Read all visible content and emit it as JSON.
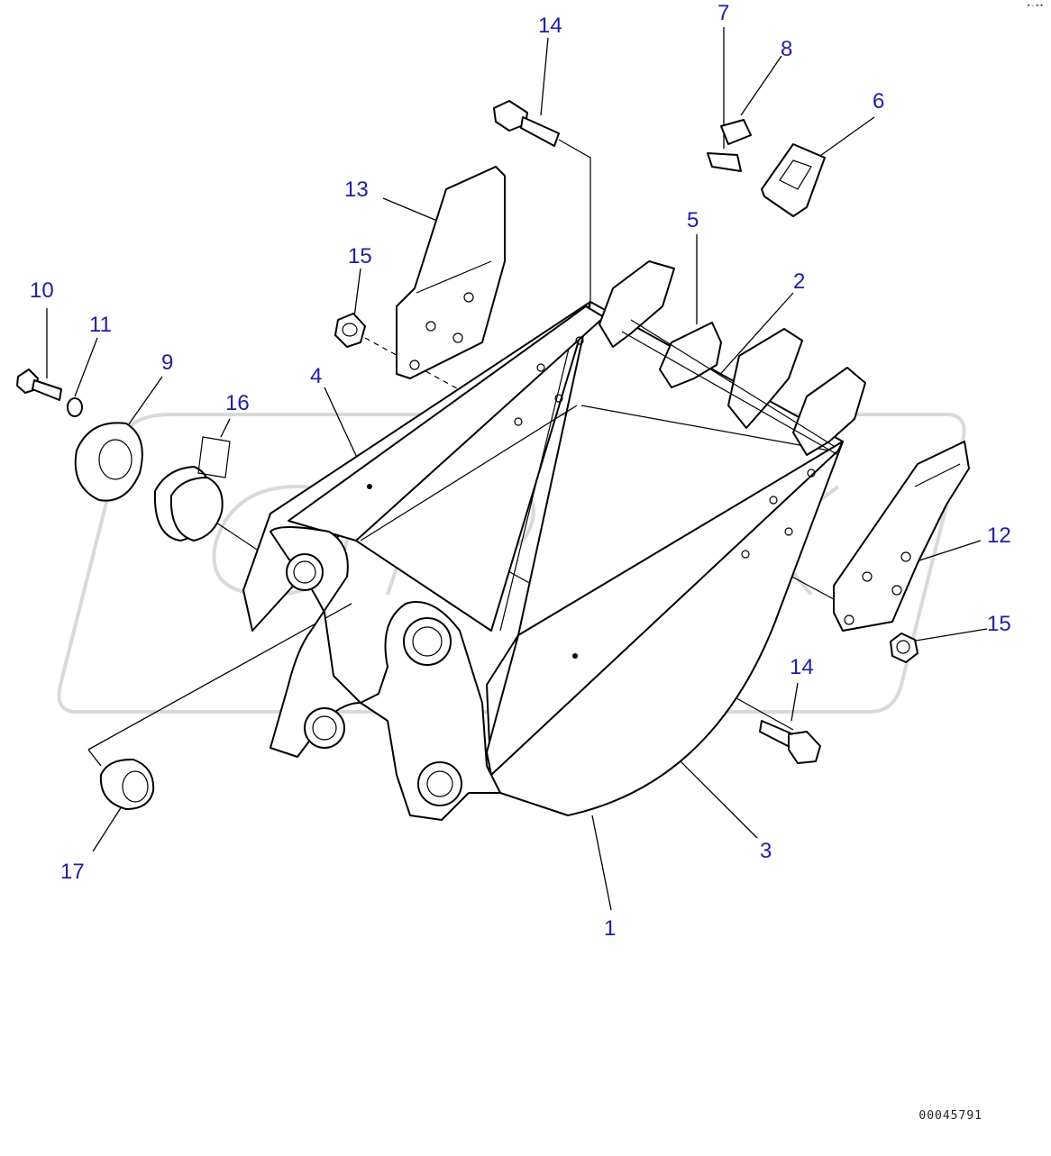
{
  "diagram": {
    "callouts": [
      {
        "id": "c14a",
        "label": "14"
      },
      {
        "id": "c7",
        "label": "7"
      },
      {
        "id": "c8",
        "label": "8"
      },
      {
        "id": "c6",
        "label": "6"
      },
      {
        "id": "c13",
        "label": "13"
      },
      {
        "id": "c5",
        "label": "5"
      },
      {
        "id": "c2",
        "label": "2"
      },
      {
        "id": "c15a",
        "label": "15"
      },
      {
        "id": "c10",
        "label": "10"
      },
      {
        "id": "c11",
        "label": "11"
      },
      {
        "id": "c9",
        "label": "9"
      },
      {
        "id": "c4",
        "label": "4"
      },
      {
        "id": "c16",
        "label": "16"
      },
      {
        "id": "c12",
        "label": "12"
      },
      {
        "id": "c15b",
        "label": "15"
      },
      {
        "id": "c14b",
        "label": "14"
      },
      {
        "id": "c3",
        "label": "3"
      },
      {
        "id": "c17",
        "label": "17"
      },
      {
        "id": "c1",
        "label": "1"
      }
    ],
    "document_code": "00045791",
    "corner_mark": "•·••",
    "watermark_text": "OPEX",
    "callout_color": "#1a1acc"
  }
}
